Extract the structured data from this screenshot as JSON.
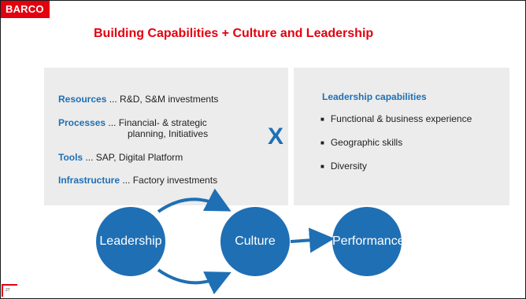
{
  "brand": {
    "logo_text": "BARCO",
    "accent_color": "#e3000f",
    "blue_color": "#1f6fb4"
  },
  "slide": {
    "title": "Building Capabilities + Culture and Leadership",
    "page_number": "27"
  },
  "resources_panel": {
    "items": [
      {
        "key": "Resources",
        "text": " ... R&D, S&M investments"
      },
      {
        "key": "Processes",
        "text": " ... Financial- & strategic",
        "continuation": "planning, Initiatives"
      },
      {
        "key": "Tools",
        "text": " ... SAP, Digital Platform"
      },
      {
        "key": "Infrastructure",
        "text": " ... Factory investments"
      }
    ]
  },
  "operator": "X",
  "leadership_panel": {
    "title": "Leadership capabilities",
    "items": [
      "Functional & business experience",
      "Geographic skills",
      "Diversity"
    ]
  },
  "flow": {
    "nodes": [
      "Leadership",
      "Culture",
      "Performance"
    ]
  }
}
